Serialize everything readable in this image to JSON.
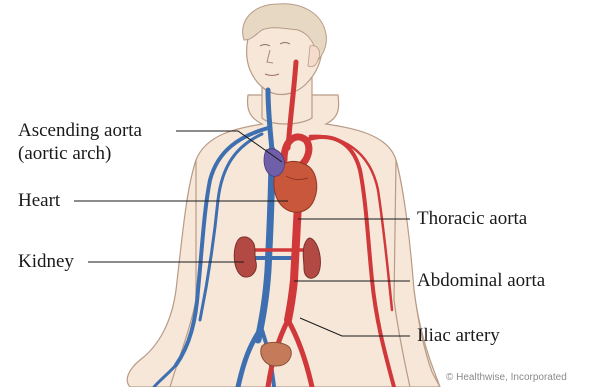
{
  "labels": {
    "ascending_aorta": "Ascending aorta",
    "aortic_arch": "(aortic arch)",
    "heart": "Heart",
    "kidney": "Kidney",
    "thoracic_aorta": "Thoracic aorta",
    "abdominal_aorta": "Abdominal aorta",
    "iliac_artery": "Iliac artery"
  },
  "credit": "© Healthwise, Incorporated",
  "colors": {
    "skin": "#f6e7d9",
    "skin_outline": "#b89b86",
    "hair": "#e7d8c3",
    "artery": "#d0383a",
    "vein": "#3e6fb0",
    "heart": "#c9573c",
    "kidney": "#b24a43",
    "bladder": "#c57a5a",
    "leader_line": "#1a1a1a"
  }
}
